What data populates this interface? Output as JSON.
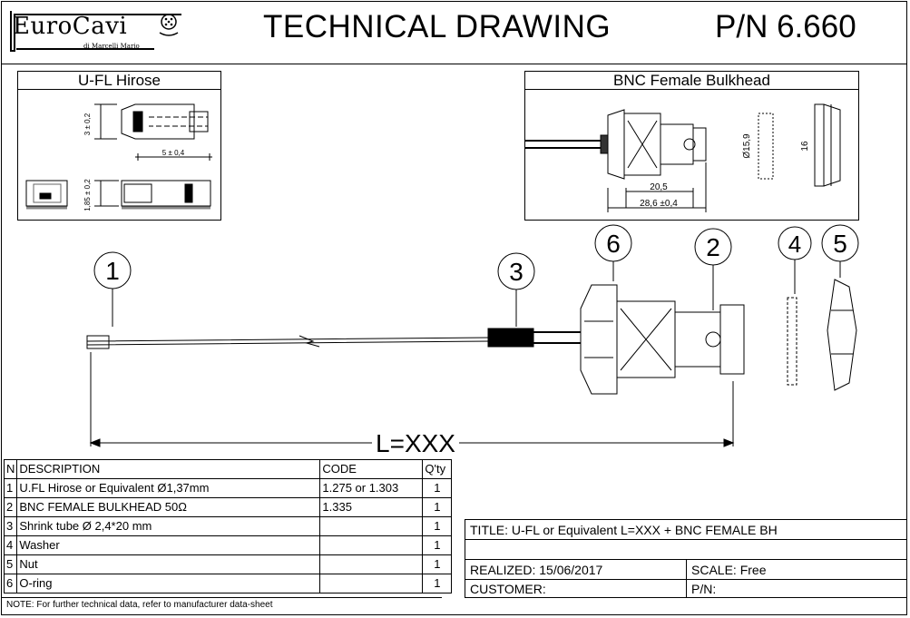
{
  "header": {
    "logo_text": "EuroCavi",
    "logo_sub": "di Marcelli Mario",
    "title": "TECHNICAL DRAWING",
    "part_number": "P/N 6.660"
  },
  "panels": {
    "ufl": {
      "title": "U-FL Hirose",
      "dim_height": "3 ± 0,2",
      "dim_width": "5 ± 0,4",
      "dim_low": "1,85 ± 0,2"
    },
    "bnc": {
      "title": "BNC Female Bulkhead",
      "dim_len_a": "20,5",
      "dim_len_b": "28,6 ±0,4",
      "dim_dia": "Ø15,9",
      "dim_hex": "16"
    }
  },
  "drawing": {
    "length_label": "L=XXX",
    "callouts": [
      "1",
      "2",
      "3",
      "4",
      "5",
      "6"
    ]
  },
  "bom": {
    "headers": {
      "n": "N",
      "description": "DESCRIPTION",
      "code": "CODE",
      "qty": "Q'ty"
    },
    "rows": [
      {
        "n": "1",
        "description": "U.FL Hirose or Equivalent Ø1,37mm",
        "code": "1.275 or 1.303",
        "qty": "1"
      },
      {
        "n": "2",
        "description": "BNC FEMALE BULKHEAD 50Ω",
        "code": "1.335",
        "qty": "1"
      },
      {
        "n": "3",
        "description": "Shrink tube Ø 2,4*20 mm",
        "code": "",
        "qty": "1"
      },
      {
        "n": "4",
        "description": "Washer",
        "code": "",
        "qty": "1"
      },
      {
        "n": "5",
        "description": "Nut",
        "code": "",
        "qty": "1"
      },
      {
        "n": "6",
        "description": "O-ring",
        "code": "",
        "qty": "1"
      }
    ],
    "note": "NOTE: For further technical data, refer to manufacturer data-sheet"
  },
  "title_block": {
    "title": "TITLE: U-FL or Equivalent L=XXX + BNC FEMALE BH",
    "realized": "REALIZED: 15/06/2017",
    "scale": "SCALE: Free",
    "customer": "CUSTOMER:",
    "pn": "P/N:"
  }
}
